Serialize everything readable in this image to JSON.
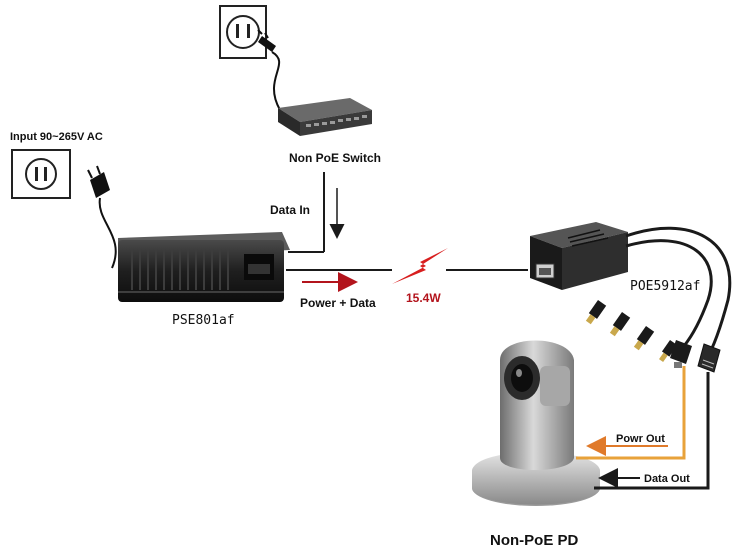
{
  "labels": {
    "input_ac": "Input 90~265V AC",
    "non_poe_switch": "Non PoE Switch",
    "data_in": "Data In",
    "pse": "PSE801af",
    "power_data": "Power + Data",
    "wattage": "15.4W",
    "poe_splitter": "POE5912af",
    "power_out": "Powr Out",
    "data_out": "Data Out",
    "pd": "Non-PoE PD"
  },
  "colors": {
    "power_arrow": "#b3141c",
    "power_out_line": "#e8a23a",
    "power_out_arrow": "#e07a2a",
    "lightning": "#d81e1e",
    "cable": "#1a1a1a"
  },
  "icons": {
    "outlet_top": "power-outlet-icon",
    "outlet_left": "power-outlet-icon",
    "plug": "power-plug-icon",
    "lightning": "lightning-bolt-icon"
  }
}
